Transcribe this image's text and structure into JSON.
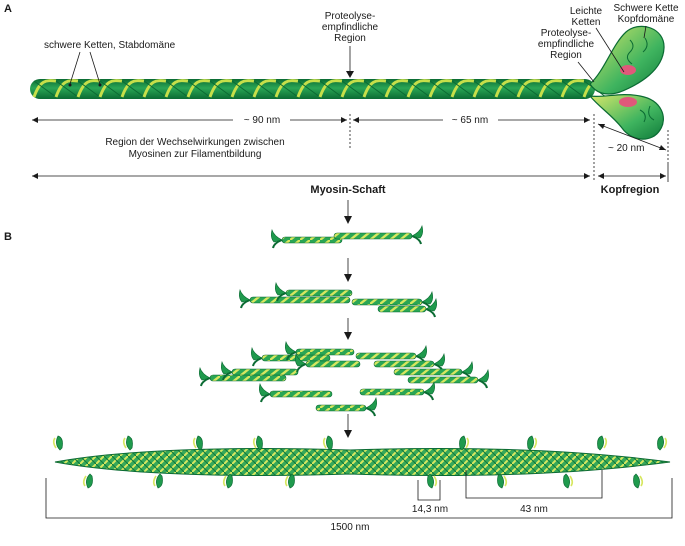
{
  "panel_a": {
    "letter": "A",
    "labels": {
      "heavy_chains_rod": "schwere Ketten, Stabdomäne",
      "proteolysis_mid": [
        "Proteolyse-",
        "empfindliche",
        "Region"
      ],
      "light_chains": [
        "Leichte",
        "Ketten"
      ],
      "heavy_chain_head": [
        "Schwere Kette",
        "Kopfdomäne"
      ],
      "proteolysis_right": [
        "Proteolyse-",
        "empfindliche",
        "Region"
      ],
      "dist_90": "~ 90 nm",
      "dist_65": "~ 65 nm",
      "dist_20": "~ 20 nm",
      "interaction_region": [
        "Region der Wechselwirkungen zwischen",
        "Myosinen zur Filamentbildung"
      ],
      "shaft": "Myosin-Schaft",
      "head_region": "Kopfregion"
    },
    "colors": {
      "dark_green": "#0f7a3a",
      "mid_green": "#2aa655",
      "light_green": "#c6df4a",
      "head_red": "#e0587a"
    }
  },
  "panel_b": {
    "letter": "B",
    "labels": {
      "spacing_small": "14,3 nm",
      "spacing_large": "43 nm",
      "length_total": "1500 nm"
    }
  }
}
